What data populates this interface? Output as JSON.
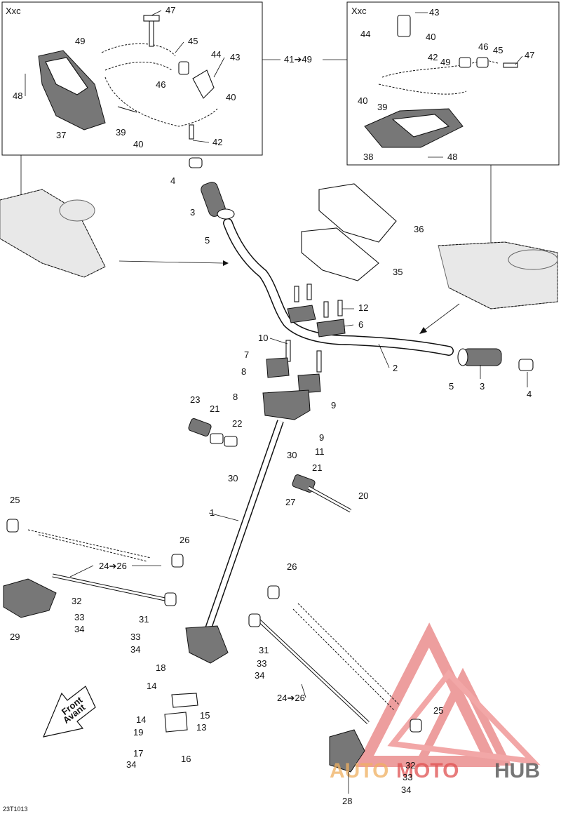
{
  "diagram": {
    "code": "23T1013",
    "boxes": {
      "left_title": "Xxc",
      "right_title": "Xxc",
      "range_label": "41➔49"
    },
    "front_arrow": {
      "line1": "Front",
      "line2": "Avant"
    },
    "watermark": {
      "part1": "AUTO",
      "part2": "MOTO",
      "part3": "HUB"
    },
    "callouts": {
      "c47a": "47",
      "c49a": "49",
      "c45a": "45",
      "c44a": "44",
      "c43a": "43",
      "c48a": "48",
      "c46a": "46",
      "c40a": "40",
      "c37": "37",
      "c39a": "39",
      "c40b": "40",
      "c42a": "42",
      "c43b": "43",
      "c44b": "44",
      "c40c": "40",
      "c46b": "46",
      "c45b": "45",
      "c47b": "47",
      "c42b": "42",
      "c49b": "49",
      "c40d": "40",
      "c39b": "39",
      "c38": "38",
      "c48b": "48",
      "c4a": "4",
      "c3a": "3",
      "c5a": "5",
      "c36": "36",
      "c35": "35",
      "c12": "12",
      "c6": "6",
      "c10": "10",
      "c7": "7",
      "c8a": "8",
      "c2": "2",
      "c5b": "5",
      "c3b": "3",
      "c4b": "4",
      "c8b": "8",
      "c9a": "9",
      "c23": "23",
      "c21a": "21",
      "c22": "22",
      "c9b": "9",
      "c11": "11",
      "c30a": "30",
      "c30b": "30",
      "c21b": "21",
      "c27": "27",
      "c20": "20",
      "c25a": "25",
      "c1": "1",
      "c26a": "26",
      "c24a": "24➔26",
      "c32a": "32",
      "c33a": "33",
      "c34a": "34",
      "c29": "29",
      "c31a": "31",
      "c33b": "33",
      "c34b": "34",
      "c26b": "26",
      "c31b": "31",
      "c33c": "33",
      "c34c": "34",
      "c18": "18",
      "c14a": "14",
      "c15": "15",
      "c14b": "14",
      "c13": "13",
      "c19": "19",
      "c17": "17",
      "c16": "16",
      "c34d": "34",
      "c24b": "24➔26",
      "c25b": "25",
      "c32b": "32",
      "c33d": "33",
      "c34e": "34",
      "c28": "28"
    }
  }
}
